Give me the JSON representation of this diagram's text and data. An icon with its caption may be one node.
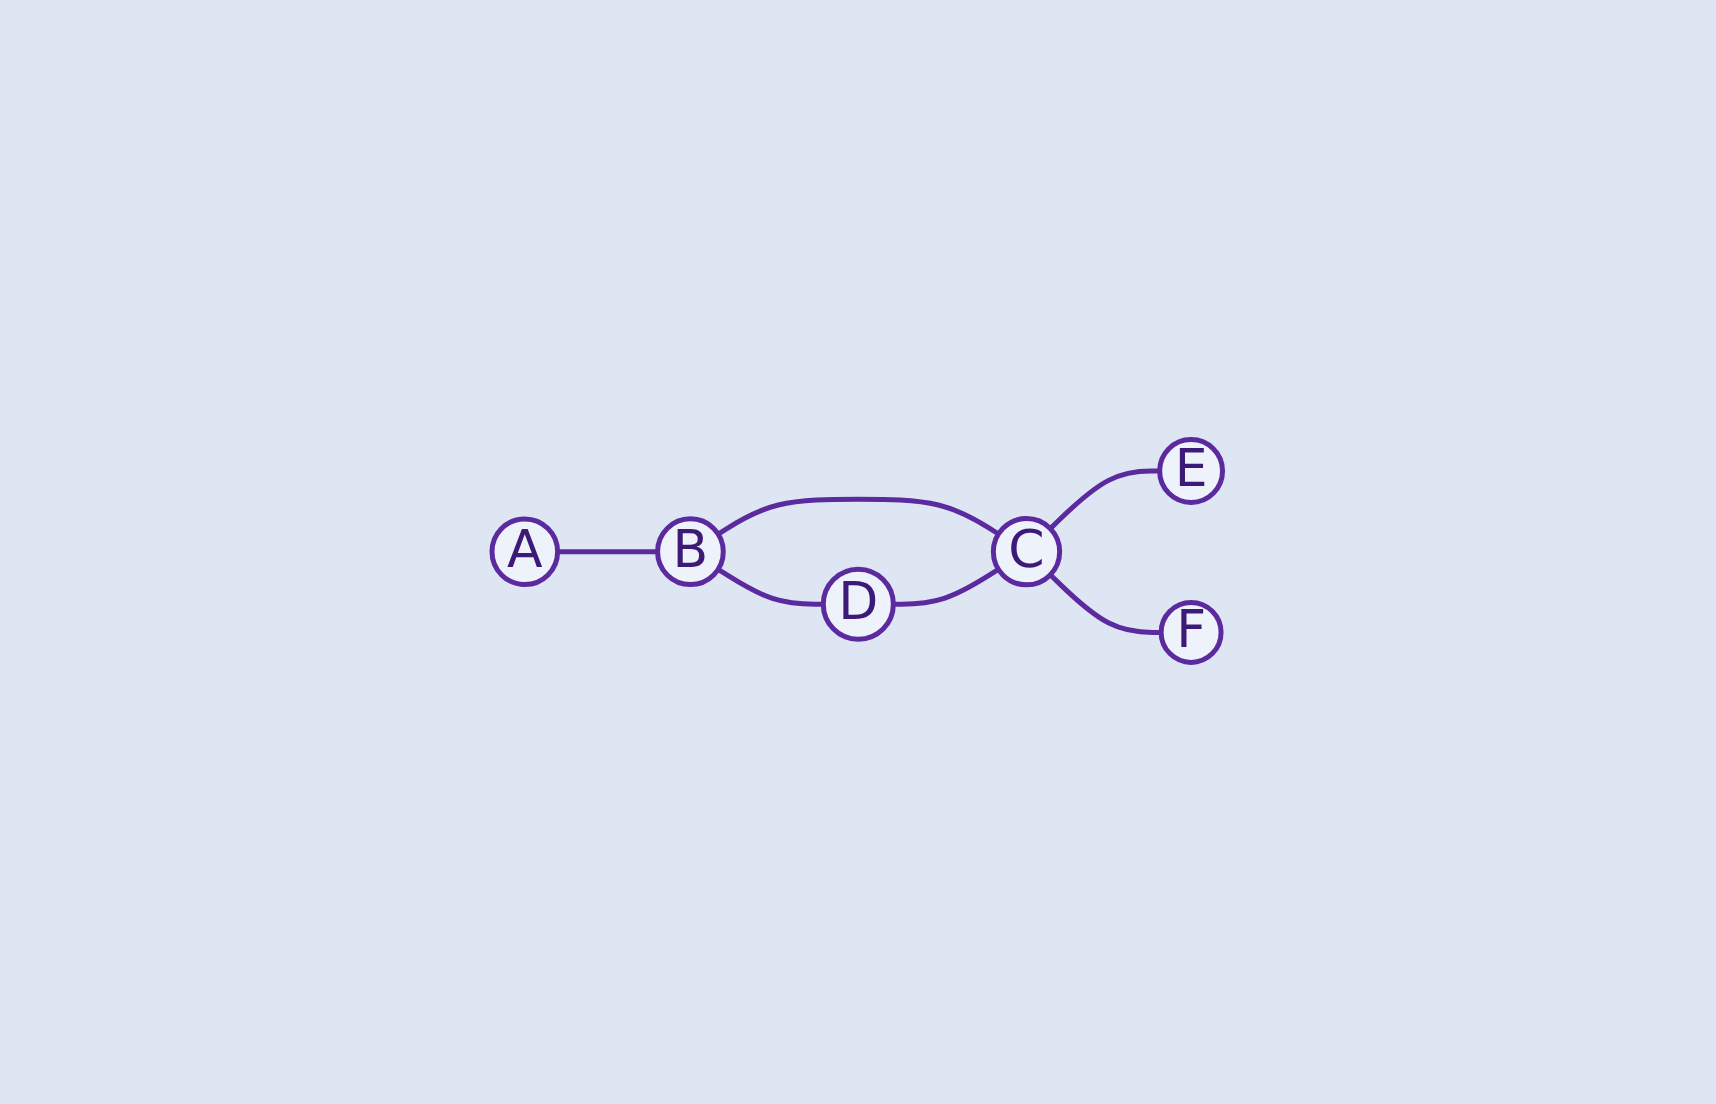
{
  "diagram": {
    "nodes": [
      {
        "text": [
          "A"
        ]
      },
      {
        "text": [
          "B"
        ]
      },
      {
        "text": [
          "C"
        ]
      },
      {
        "text": [
          "D"
        ]
      },
      {
        "text": [
          "E"
        ]
      },
      {
        "text": [
          "F"
        ]
      }
    ],
    "edges": [
      {
        "from": 0,
        "to": 1,
        "arrow": "none"
      },
      {
        "from": 1,
        "to": 3,
        "arrow": "none"
      },
      {
        "from": 1,
        "to": 2,
        "arrow": "none"
      },
      {
        "from": 3,
        "to": 2,
        "arrow": "none"
      },
      {
        "from": 2,
        "to": 4,
        "arrow": "none"
      },
      {
        "from": 2,
        "to": 5,
        "arrow": "none"
      }
    ]
  }
}
